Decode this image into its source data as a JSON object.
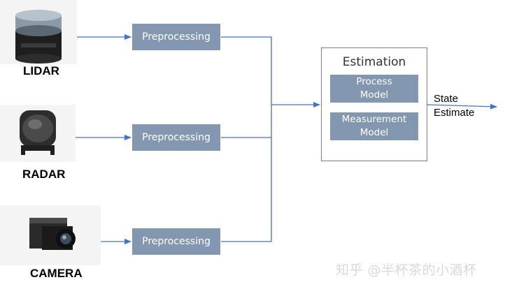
{
  "sensors": [
    {
      "id": "lidar",
      "label": "LIDAR",
      "icon": "lidar-sensor-icon"
    },
    {
      "id": "radar",
      "label": "RADAR",
      "icon": "radar-sensor-icon"
    },
    {
      "id": "camera",
      "label": "CAMERA",
      "icon": "camera-sensor-icon"
    }
  ],
  "preprocessing": [
    {
      "label": "Preprocessing"
    },
    {
      "label": "Preprocessing"
    },
    {
      "label": "Preprocessing"
    }
  ],
  "estimation": {
    "title": "Estimation",
    "process_model": {
      "line1": "Process",
      "line2": "Model"
    },
    "measurement_model": {
      "line1": "Measurement",
      "line2": "Model"
    }
  },
  "output": {
    "line1": "State",
    "line2": "Estimate"
  },
  "watermark": "知乎 @半杯茶的小酒杯",
  "colors": {
    "box_fill": "#8497b0",
    "arrow": "#4472c4",
    "frame": "#7f7f7f"
  }
}
